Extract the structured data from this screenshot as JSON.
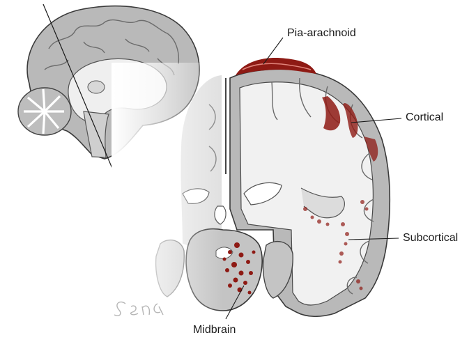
{
  "labels": {
    "pia_arachnoid": "Pia-arachnoid",
    "cortical": "Cortical",
    "subcortical": "Subcortical",
    "midbrain": "Midbrain"
  },
  "colors": {
    "gray_matter": "#b9b9b9",
    "white_matter": "#f0f0f0",
    "outline": "#3a3a3a",
    "lesion": "#8e1a14",
    "lesion_light": "#c94a3c",
    "background": "#ffffff"
  }
}
